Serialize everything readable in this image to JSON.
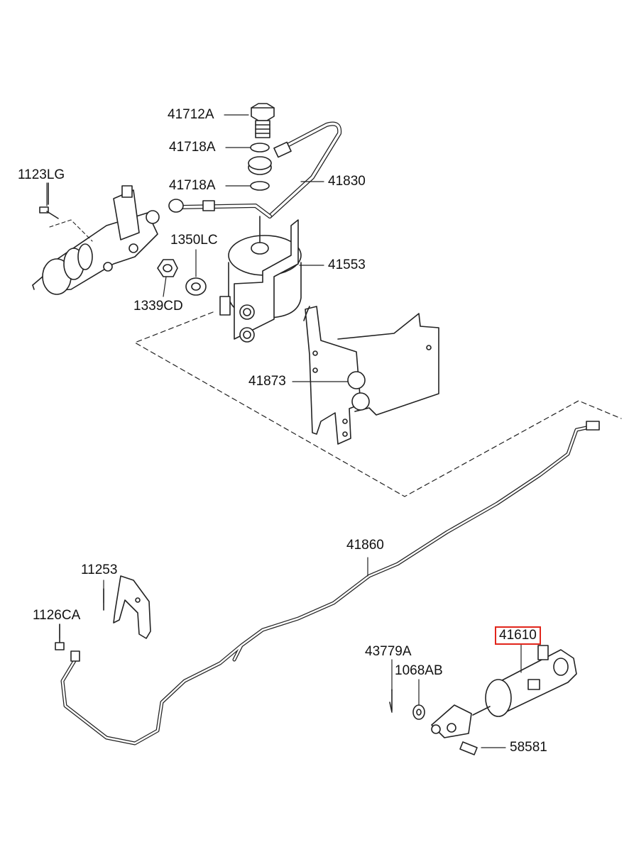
{
  "labels": {
    "p41712A": "41712A",
    "p41718A_a": "41718A",
    "p41718A_b": "41718A",
    "p41830": "41830",
    "p1123LG": "1123LG",
    "p1350LC": "1350LC",
    "p41553": "41553",
    "p1339CD": "1339CD",
    "p41873": "41873",
    "p41860": "41860",
    "p11253": "11253",
    "p1126CA": "1126CA",
    "p43779A": "43779A",
    "p1068AB": "1068AB",
    "p41610": "41610",
    "p58581": "58581"
  },
  "highlight": {
    "part": "41610",
    "color": "#e1251b"
  }
}
